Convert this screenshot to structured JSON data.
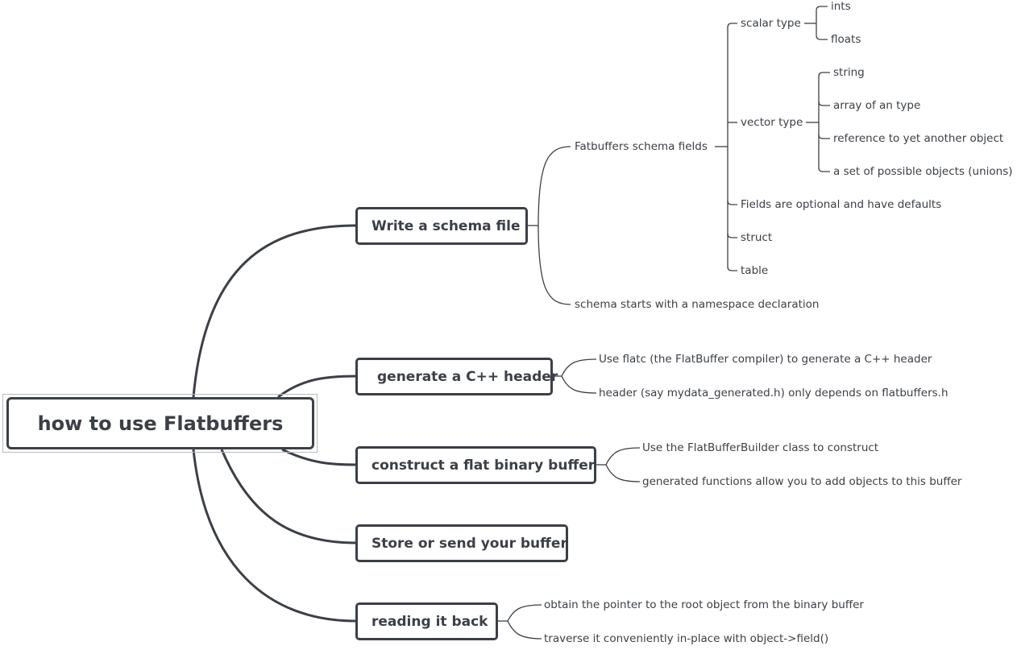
{
  "root": {
    "label": "how to use Flatbuffers"
  },
  "topics": {
    "schema": {
      "label": "Write a schema file",
      "schema_fields": {
        "label": "Fatbuffers schema fields",
        "scalar_type": {
          "label": "scalar type",
          "items": [
            "ints",
            "floats"
          ]
        },
        "vector_type": {
          "label": "vector type",
          "items": [
            "string",
            "array of an type",
            "reference to yet another object",
            "a set of possible objects (unions)"
          ]
        },
        "others": [
          "Fields are optional and have defaults",
          "struct",
          "table"
        ]
      },
      "namespace": "schema starts with a namespace declaration"
    },
    "header": {
      "label": "generate a C++ header",
      "items": [
        "Use flatc (the FlatBuffer compiler) to generate a C++ header",
        "header (say mydata_generated.h) only depends on flatbuffers.h"
      ]
    },
    "buffer": {
      "label": "construct a flat binary buffer",
      "items": [
        "Use the FlatBufferBuilder class to construct",
        "generated functions allow you to add objects to this buffer"
      ]
    },
    "store": {
      "label": "Store or send your buffer"
    },
    "read": {
      "label": "reading it back",
      "items": [
        "obtain the pointer to the root object from the binary buffer",
        "traverse it conveniently in-place with object->field()"
      ]
    }
  }
}
